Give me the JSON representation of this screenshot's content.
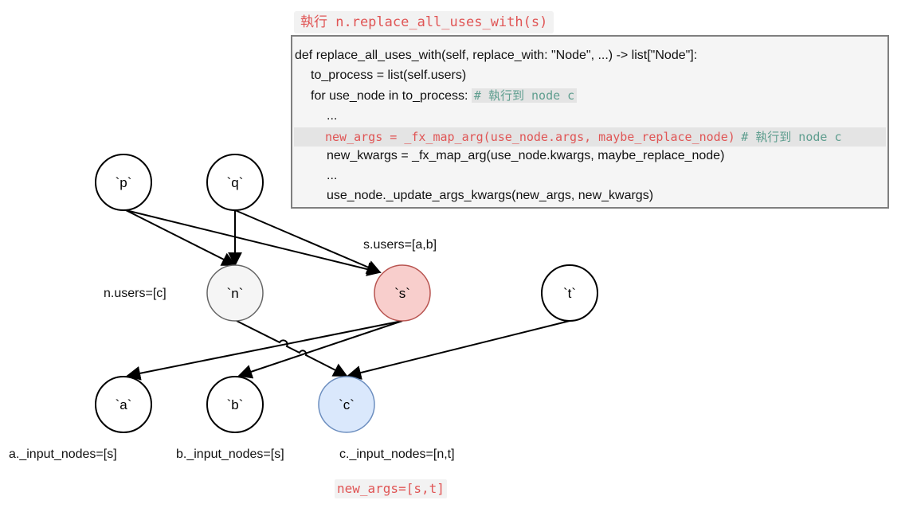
{
  "header": {
    "title": "執行 n.replace_all_uses_with(s)"
  },
  "code": {
    "line1": "def replace_all_uses_with(self, replace_with: \"Node\", ...) -> list[\"Node\"]:",
    "line2": "to_process = list(self.users)",
    "line3": "for use_node in to_process:",
    "line3_comment": "# 執行到 node c",
    "line4": "...",
    "line5": "new_args = _fx_map_arg(use_node.args, maybe_replace_node)",
    "line5_comment": "# 執行到 node c",
    "line6": "new_kwargs = _fx_map_arg(use_node.kwargs, maybe_replace_node)",
    "line7": "...",
    "line8": "use_node._update_args_kwargs(new_args, new_kwargs)"
  },
  "nodes": {
    "p": "`p`",
    "q": "`q`",
    "n": "`n`",
    "s": "`s`",
    "t": "`t`",
    "a": "`a`",
    "b": "`b`",
    "c": "`c`"
  },
  "labels": {
    "n_users": "n.users=[c]",
    "s_users": "s.users=[a,b]",
    "a_input": "a._input_nodes=[s]",
    "b_input": "b._input_nodes=[s]",
    "c_input": "c._input_nodes=[n,t]",
    "new_args": "new_args=[s,t]"
  },
  "colors": {
    "accent_red": "#e05555",
    "node_s_fill": "#f8cecc",
    "node_s_stroke": "#b85450",
    "node_n_fill": "#f5f5f5",
    "node_n_stroke": "#666666",
    "node_c_fill": "#dae8fc",
    "node_c_stroke": "#6c8ebf"
  }
}
